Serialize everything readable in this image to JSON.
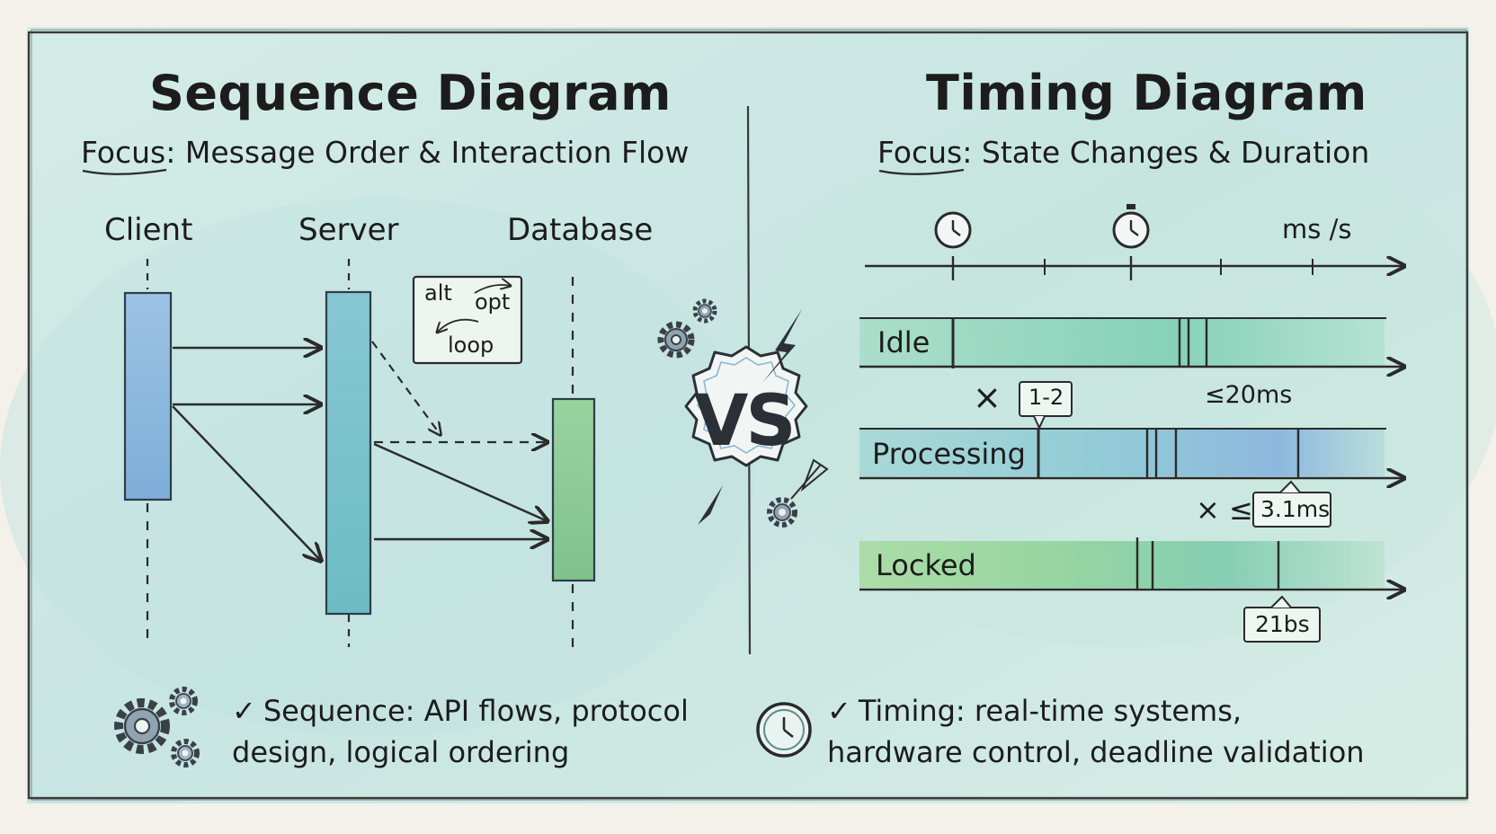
{
  "colors": {
    "paper": "#f3f1ea",
    "wash": "#cfe8e3",
    "ink": "#1e1e1e",
    "lifeline_client": "#8fb9dd",
    "lifeline_server": "#79c3cc",
    "lifeline_database": "#8fcc9a",
    "bar_teal": "#7dcdb6",
    "bar_blue": "#8ab6de",
    "bar_green": "#a3d79a"
  },
  "left": {
    "title": "Sequence Diagram",
    "focus_label": "Focus:",
    "focus_text": "Message Order & Interaction Flow",
    "actors": [
      "Client",
      "Server",
      "Database"
    ],
    "fragment_box": {
      "alt": "alt",
      "opt": "opt",
      "loop": "loop"
    },
    "footer": {
      "check": "✓",
      "text": "Sequence: API flows, protocol design, logical ordering",
      "icon": "gears-icon"
    }
  },
  "center": {
    "vs": "VS",
    "icon": "lightning-bolt-icon"
  },
  "right": {
    "title": "Timing Diagram",
    "focus_label": "Focus:",
    "focus_text": "State Changes & Duration",
    "axis_unit": "ms /s",
    "axis_icons": [
      "clock-icon",
      "stopwatch-icon"
    ],
    "states": [
      "Idle",
      "Processing",
      "Locked"
    ],
    "annotations": {
      "mark_1": "×",
      "label_1": "1-2",
      "limit_1": "≤20ms",
      "mark_2": "× ≤",
      "label_2": "3.1ms",
      "label_3": "21bs"
    },
    "footer": {
      "check": "✓",
      "text": "Timing: real-time systems, hardware control, deadline validation",
      "icon": "clock-icon"
    }
  }
}
